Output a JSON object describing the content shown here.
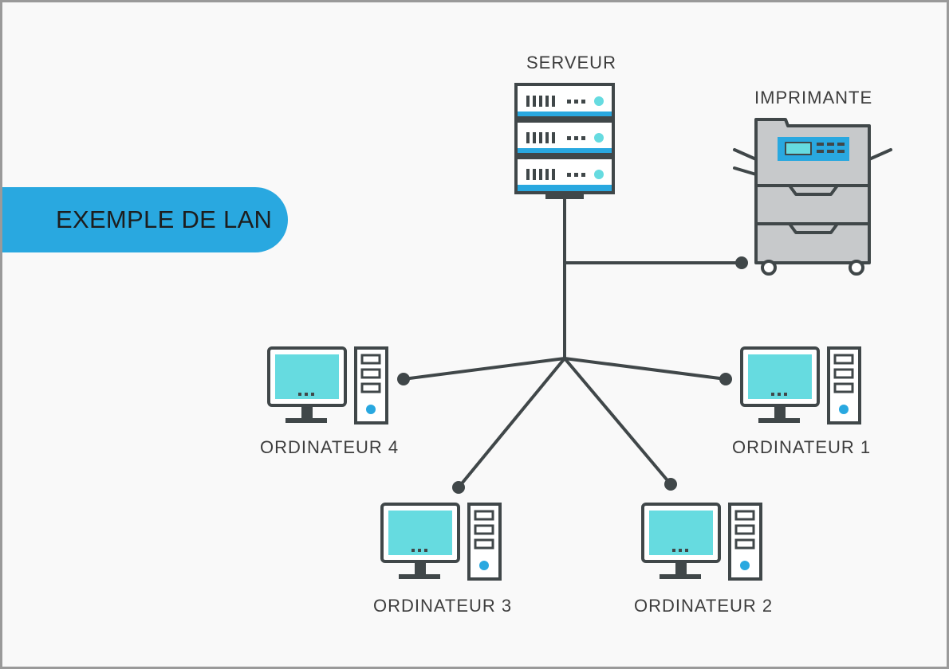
{
  "title": "EXEMPLE DE LAN",
  "nodes": {
    "server": "SERVEUR",
    "printer": "IMPRIMANTE",
    "computer_1": "ORDINATEUR 1",
    "computer_2": "ORDINATEUR 2",
    "computer_3": "ORDINATEUR 3",
    "computer_4": "ORDINATEUR 4"
  },
  "colors": {
    "accent": "#29a8e0",
    "screen": "#66dbe0",
    "outline": "#404749",
    "printer_body": "#c7c9cb",
    "background": "#f9f9f9"
  },
  "icons": {
    "server": "server-rack-icon",
    "printer": "printer-icon",
    "computer": "desktop-computer-icon"
  }
}
